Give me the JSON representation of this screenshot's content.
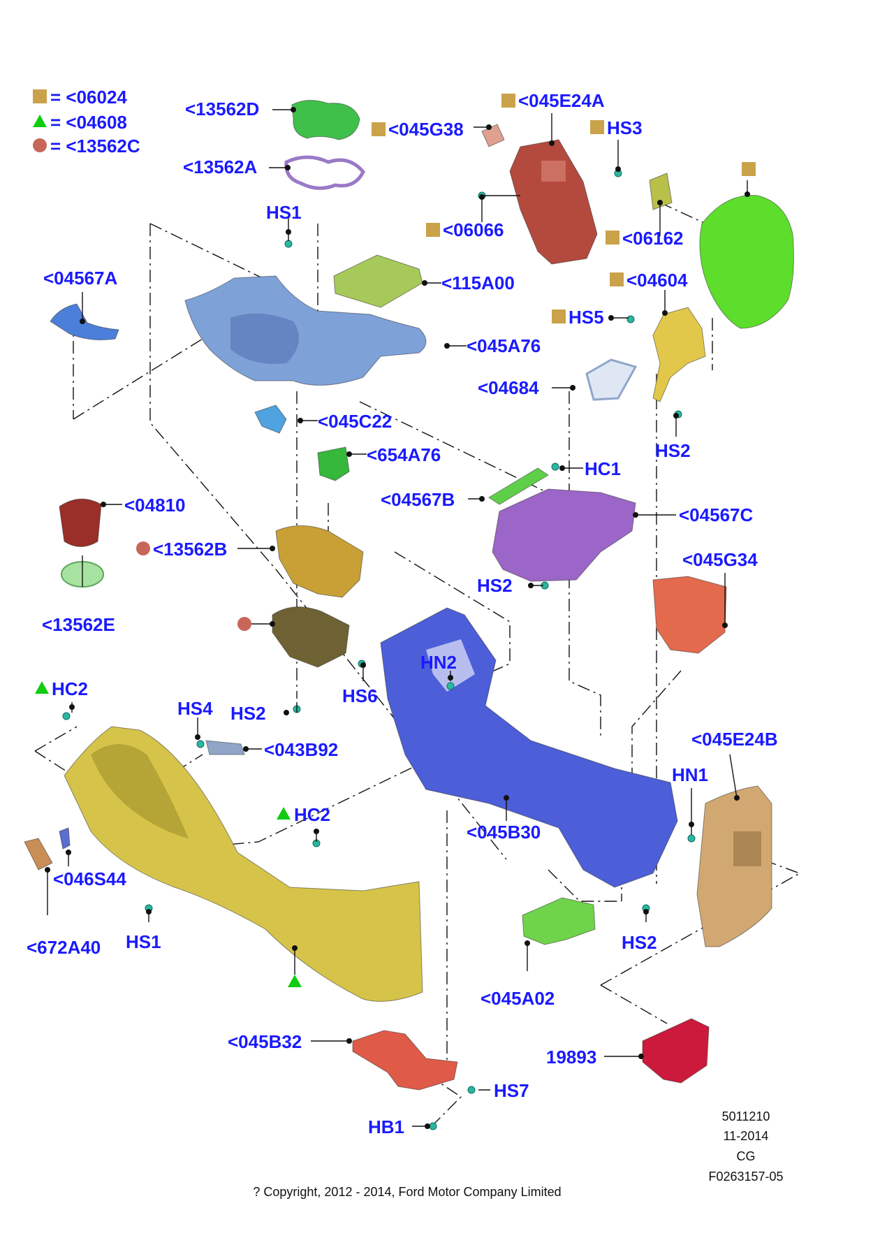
{
  "legend": {
    "square": "= <06024",
    "triangle": "= <04608",
    "circle": "= <13562C"
  },
  "labels": {
    "p13562D": "<13562D",
    "p13562A": "<13562A",
    "hs1_top": "HS1",
    "p04567A": "<04567A",
    "p045G38": "<045G38",
    "p045E24A": "<045E24A",
    "hs3": "HS3",
    "p06066": "<06066",
    "p06162": "<06162",
    "p115A00": "<115A00",
    "p04604": "<04604",
    "hs5": "HS5",
    "p045A76": "<045A76",
    "p04684": "<04684",
    "hs2_r": "HS2",
    "p045C22": "<045C22",
    "p654A76": "<654A76",
    "hc1": "HC1",
    "p04810": "<04810",
    "p04567B": "<04567B",
    "p04567C": "<04567C",
    "p13562B": "<13562B",
    "p045G34": "<045G34",
    "hs2_mid": "HS2",
    "p13562E": "<13562E",
    "hn2": "HN2",
    "hs6": "HS6",
    "hc2_left": "HC2",
    "hs4": "HS4",
    "hs2_left": "HS2",
    "p043B92": "<043B92",
    "p045E24B": "<045E24B",
    "hn1": "HN1",
    "hc2_mid": "HC2",
    "p045B30": "<045B30",
    "p046S44": "<046S44",
    "p672A40": "<672A40",
    "hs1_bot": "HS1",
    "hs2_br": "HS2",
    "p045A02": "<045A02",
    "p045B32": "<045B32",
    "p19893": "19893",
    "hs7": "HS7",
    "hb1": "HB1"
  },
  "footer": {
    "code": "5011210",
    "date": "11-2014",
    "initials": "CG",
    "ref": "F0263157-05",
    "copyright": "? Copyright, 2012 - 2014, Ford Motor Company Limited"
  },
  "colors": {
    "label_blue": "#1a1aff",
    "symbol_tan": "#c9a24a",
    "symbol_green": "#11cc11",
    "symbol_brown": "#c8665a"
  }
}
